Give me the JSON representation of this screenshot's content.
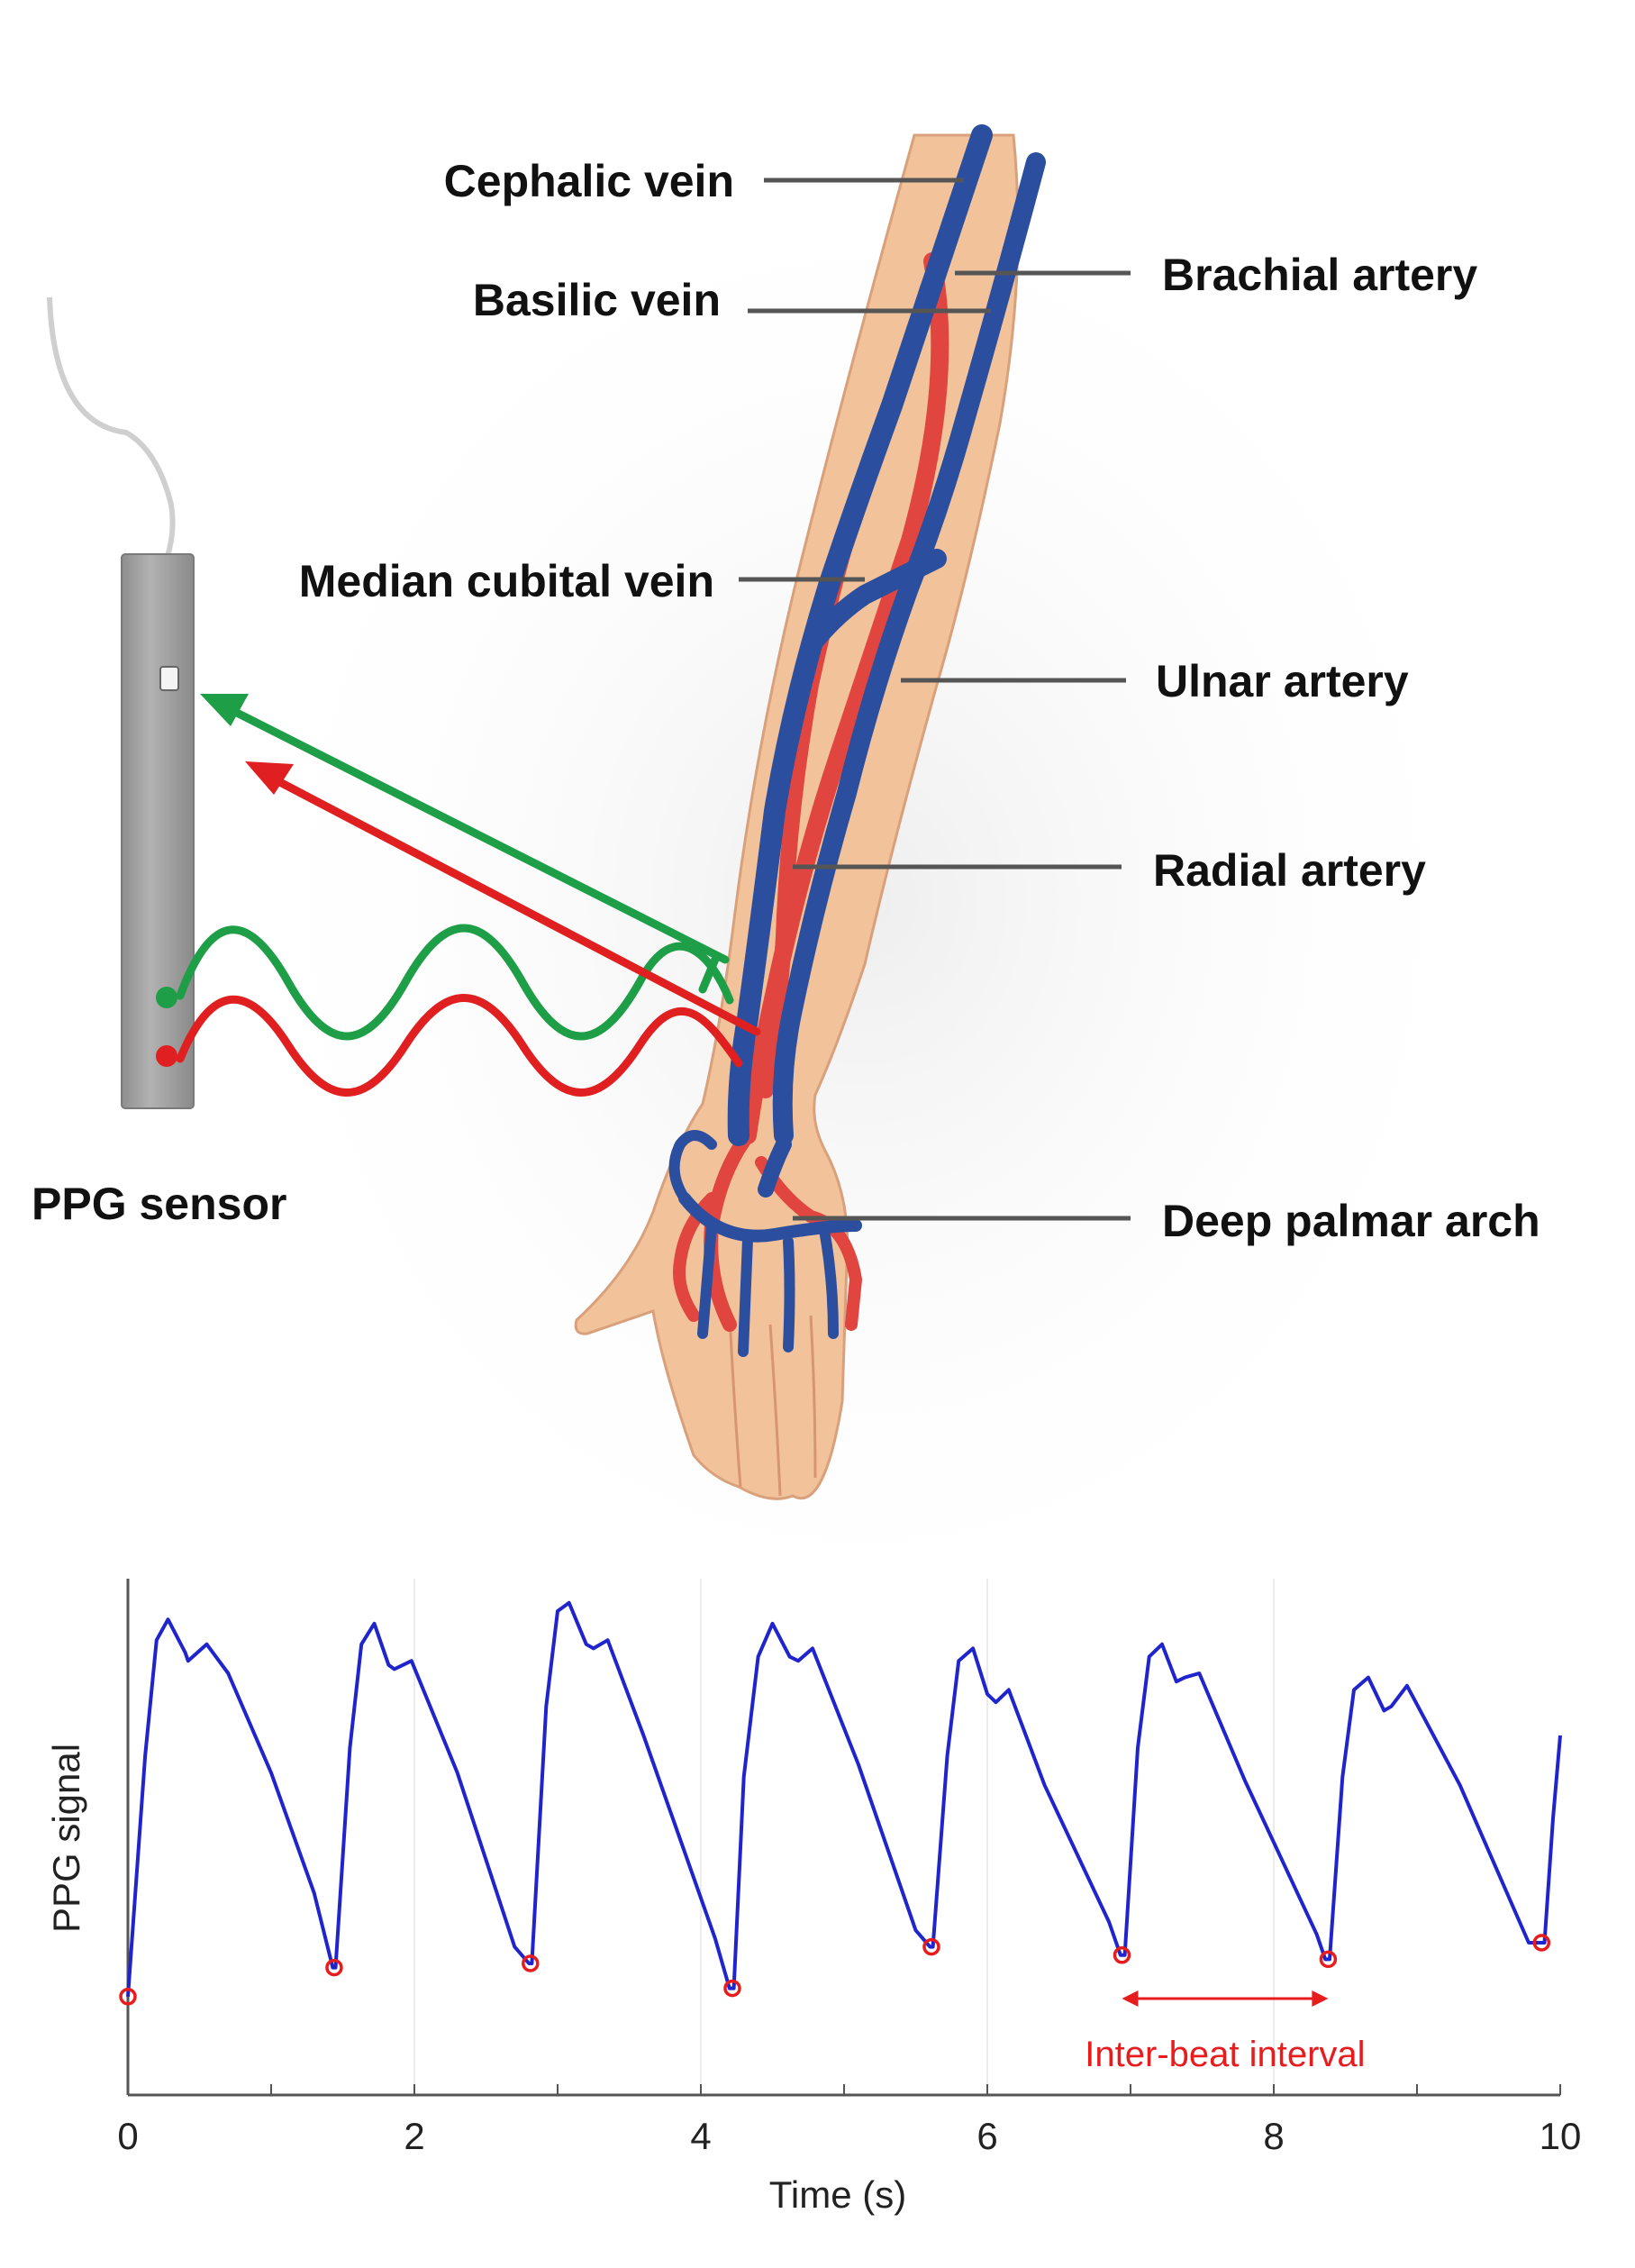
{
  "figure": {
    "labels": {
      "cephalic_vein": "Cephalic vein",
      "basilic_vein": "Basilic vein",
      "brachial_artery": "Brachial artery",
      "median_cubital_vein": "Median cubital vein",
      "ulnar_artery": "Ulnar artery",
      "radial_artery": "Radial artery",
      "deep_palmar_arch": "Deep palmar arch",
      "ppg_sensor": "PPG sensor"
    },
    "colors": {
      "vein": "#2b4f9e",
      "artery": "#e0453f",
      "skin": "#f2c29b",
      "sensor": "#9c9c9c",
      "green_light": "#1e9e46",
      "red_light": "#e02020",
      "signal": "#1f24cc",
      "marker": "#e81c1c"
    }
  },
  "chart_data": {
    "type": "line",
    "xlabel": "Time (s)",
    "ylabel": "PPG signal",
    "xlim": [
      0,
      10
    ],
    "xticks": [
      "0",
      "2",
      "4",
      "6",
      "8",
      "10"
    ],
    "grid": true,
    "series": [
      {
        "x": [
          0,
          0.12,
          0.2,
          0.28,
          0.4,
          0.42,
          0.55,
          0.7,
          1.0,
          1.3,
          1.43,
          1.45,
          1.55,
          1.63,
          1.72,
          1.82,
          1.86,
          1.98,
          2.3,
          2.7,
          2.8,
          2.82,
          2.92,
          3.0,
          3.08,
          3.2,
          3.25,
          3.35,
          3.6,
          4.1,
          4.2,
          4.23,
          4.3,
          4.4,
          4.5,
          4.62,
          4.68,
          4.78,
          5.1,
          5.5,
          5.6,
          5.62,
          5.72,
          5.8,
          5.9,
          6.0,
          6.06,
          6.15,
          6.4,
          6.85,
          6.93,
          6.96,
          7.05,
          7.13,
          7.22,
          7.32,
          7.38,
          7.48,
          7.8,
          8.3,
          8.36,
          8.39,
          8.48,
          8.56,
          8.66,
          8.77,
          8.82,
          8.93,
          9.3,
          9.78,
          9.86,
          9.89,
          9.95,
          10.0
        ],
        "y": [
          0.02,
          0.6,
          0.88,
          0.93,
          0.85,
          0.83,
          0.87,
          0.8,
          0.56,
          0.27,
          0.09,
          0.09,
          0.62,
          0.87,
          0.92,
          0.82,
          0.81,
          0.83,
          0.56,
          0.14,
          0.1,
          0.1,
          0.72,
          0.95,
          0.97,
          0.87,
          0.86,
          0.88,
          0.65,
          0.16,
          0.04,
          0.04,
          0.55,
          0.84,
          0.92,
          0.84,
          0.83,
          0.86,
          0.58,
          0.18,
          0.14,
          0.14,
          0.6,
          0.83,
          0.86,
          0.75,
          0.73,
          0.76,
          0.53,
          0.2,
          0.12,
          0.12,
          0.62,
          0.84,
          0.87,
          0.78,
          0.79,
          0.8,
          0.54,
          0.17,
          0.11,
          0.11,
          0.55,
          0.76,
          0.79,
          0.71,
          0.72,
          0.77,
          0.53,
          0.15,
          0.15,
          0.15,
          0.45,
          0.65
        ]
      }
    ],
    "troughs": {
      "x": [
        0,
        1.44,
        2.81,
        4.22,
        5.61,
        6.94,
        8.38,
        9.87
      ],
      "y": [
        0.02,
        0.09,
        0.1,
        0.04,
        0.14,
        0.12,
        0.11,
        0.15
      ]
    },
    "annotation": {
      "text": "Inter-beat interval",
      "x_start": 6.94,
      "x_end": 8.38
    }
  }
}
